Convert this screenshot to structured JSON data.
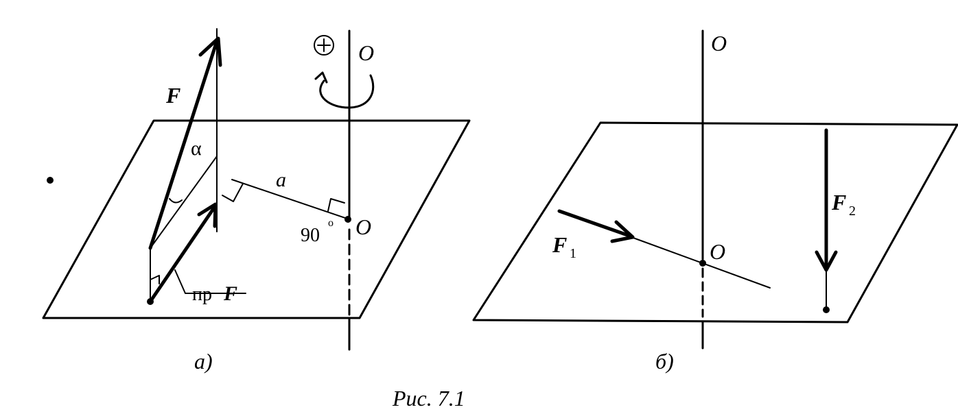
{
  "labels": {
    "a_force": "F",
    "a_alpha": "α",
    "a_arm": "a",
    "a_axis_top": "O",
    "a_point": "O",
    "a_angle": "90",
    "a_angle_deg": "o",
    "a_proj_prefix": "пр",
    "a_proj_force": "F",
    "a_plus_sign": "+",
    "a_caption": "а)",
    "b_axis_top": "O",
    "b_point": "O",
    "b_f1": "F",
    "b_f1_sub": "1",
    "b_f2": "F",
    "b_f2_sub": "2",
    "b_caption": "б)",
    "figure_caption": "Рис. 7.1"
  },
  "colors": {
    "ink": "#000000",
    "background": "#ffffff"
  }
}
